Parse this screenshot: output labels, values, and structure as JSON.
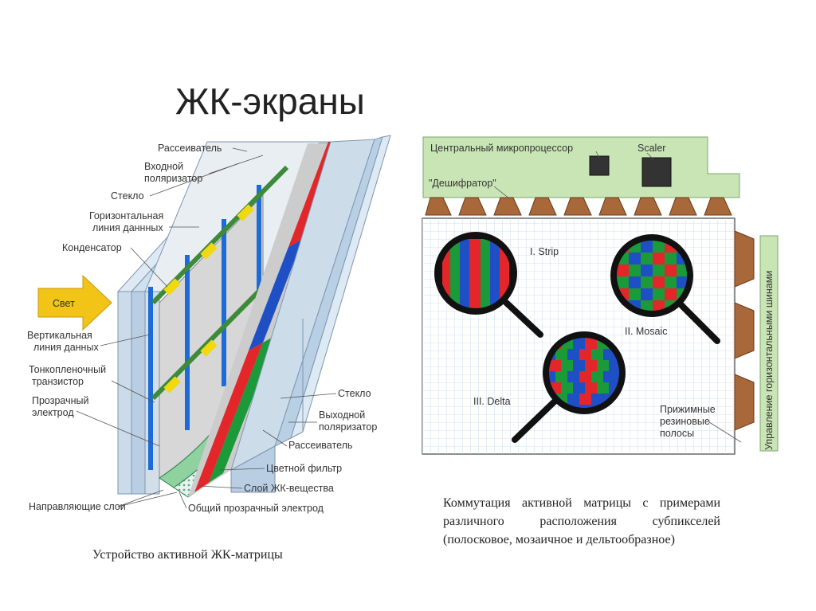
{
  "title": "ЖК-экраны",
  "left_diagram": {
    "light_arrow": "Свет",
    "labels_left": [
      "Рассеиватель",
      "Входной",
      "поляризатор",
      "Стекло",
      "Горизонтальная",
      "линия даннных",
      "Конденсатор",
      "Вертикальная",
      "линия данных",
      "Тонкопленочный",
      "транзистор",
      "Прозрачный",
      "электрод",
      "Направляющие слои"
    ],
    "labels_right": [
      "Стекло",
      "Выходной",
      "поляризатор",
      "Рассеиватель",
      "Цветной фильтр",
      "Слой ЖК-вещества",
      "Общий прозрачный электрод"
    ],
    "caption": "Устройство активной ЖК-матрицы"
  },
  "right_diagram": {
    "cpu_label": "Центральный микропроцессор",
    "scaler_label": "Scaler",
    "decoder_label": "\"Дешифратор\"",
    "strip_label": "I. Strip",
    "mosaic_label": "II. Mosaic",
    "delta_label": "III. Delta",
    "strips_label": [
      "Прижимные",
      "резиновые",
      "полосы"
    ],
    "side_label": "Управление горизонтальными шинами",
    "caption": "Коммутация активной матрицы с примерами различного расположения субпикселей (полосковое, мозаичное и дельтообразное)"
  },
  "colors": {
    "red": "#e3262a",
    "green": "#1b9a3a",
    "blue": "#1f4fc4",
    "pcb": "#c9e5b5",
    "arrow": "#f2c418"
  }
}
